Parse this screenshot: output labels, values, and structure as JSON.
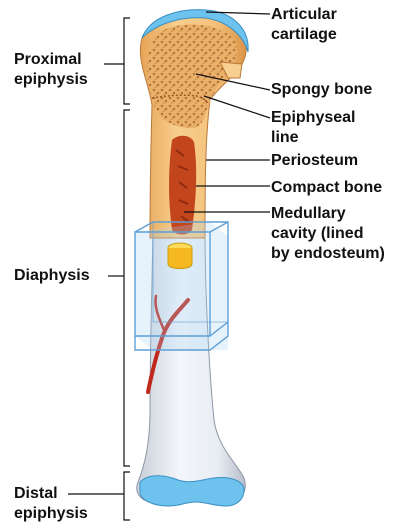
{
  "labels": {
    "articular_cartilage": "Articular\ncartilage",
    "spongy_bone": "Spongy bone",
    "epiphyseal_line": "Epiphyseal\nline",
    "periosteum": "Periosteum",
    "compact_bone": "Compact bone",
    "medullary_cavity": "Medullary\ncavity (lined\nby endosteum)",
    "proximal_epiphysis": "Proximal\nepiphysis",
    "diaphysis": "Diaphysis",
    "distal_epiphysis": "Distal\nepiphysis"
  },
  "colors": {
    "bone_tan": "#f2c07a",
    "spongy": "#c98a45",
    "marrow": "#c2451c",
    "cartilage_blue": "#6ec3ee",
    "compact_white": "#eef3f8",
    "artery_red": "#c0281c",
    "cube_blue": "#a9d4f5",
    "line": "#111111"
  }
}
